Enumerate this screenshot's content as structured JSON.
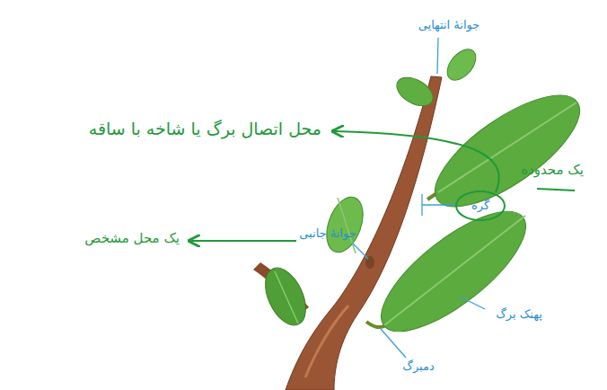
{
  "diagram": {
    "labels": [
      "جوانهٔ انتهایی",
      "محل اتصال برگ یا شاخه با ساقه",
      "یک محدوده",
      "گره",
      "جوانهٔ جانبی",
      "یک محل مشخص",
      "پهنک برگ",
      "دمبرگ"
    ]
  }
}
